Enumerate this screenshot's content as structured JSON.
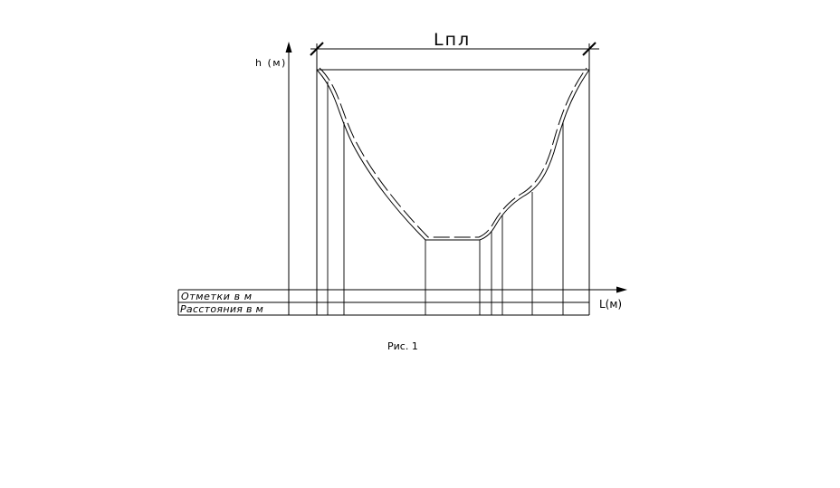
{
  "diagram": {
    "dimension_label": "Lпл",
    "y_axis_label": "h (м)",
    "x_axis_label": "L(м)",
    "table_rows": [
      {
        "label": "Отметки в м"
      },
      {
        "label": "Расстояния в м"
      }
    ],
    "caption": "Рис. 1"
  }
}
